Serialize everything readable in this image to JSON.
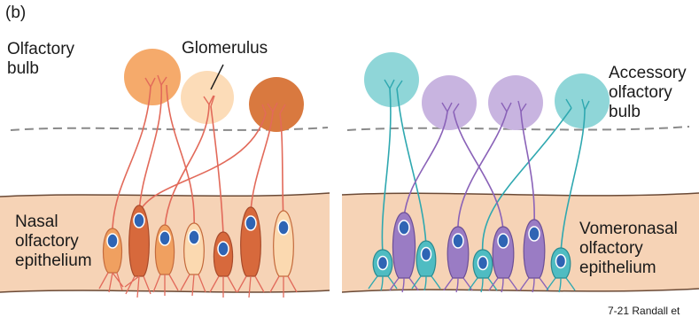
{
  "panel_label": "(b)",
  "left_panel": {
    "bulb_label": [
      "Olfactory",
      "bulb"
    ],
    "glomerulus_label": "Glomerulus",
    "epithelium_label": [
      "Nasal",
      "olfactory",
      "epithelium"
    ]
  },
  "right_panel": {
    "bulb_label": [
      "Accessory",
      "olfactory",
      "bulb"
    ],
    "epithelium_label": [
      "Vomeronasal",
      "olfactory",
      "epithelium"
    ]
  },
  "credit": "7-21 Randall et",
  "colors": {
    "epithelium_fill": "#f6d3b6",
    "epithelium_edge": "#6b4a36",
    "bulb_line": "#8a8a8a",
    "glomerulus_peach_light": "#fcdcb8",
    "glomerulus_orange": "#f4a35e",
    "glomerulus_dark_orange": "#d9793f",
    "neuron_left_light": "#fbd9b0",
    "neuron_left_mid": "#f0a060",
    "neuron_left_dark": "#d7693c",
    "axon_left": "#e26a5a",
    "glomerulus_teal": "#8fd6d8",
    "glomerulus_lavender": "#c8b4e0",
    "neuron_teal": "#4fbcc2",
    "neuron_purple": "#9a7cc4",
    "axon_teal": "#2fa8b0",
    "axon_purple": "#8a62b8",
    "nucleus": "#2f64b4"
  }
}
